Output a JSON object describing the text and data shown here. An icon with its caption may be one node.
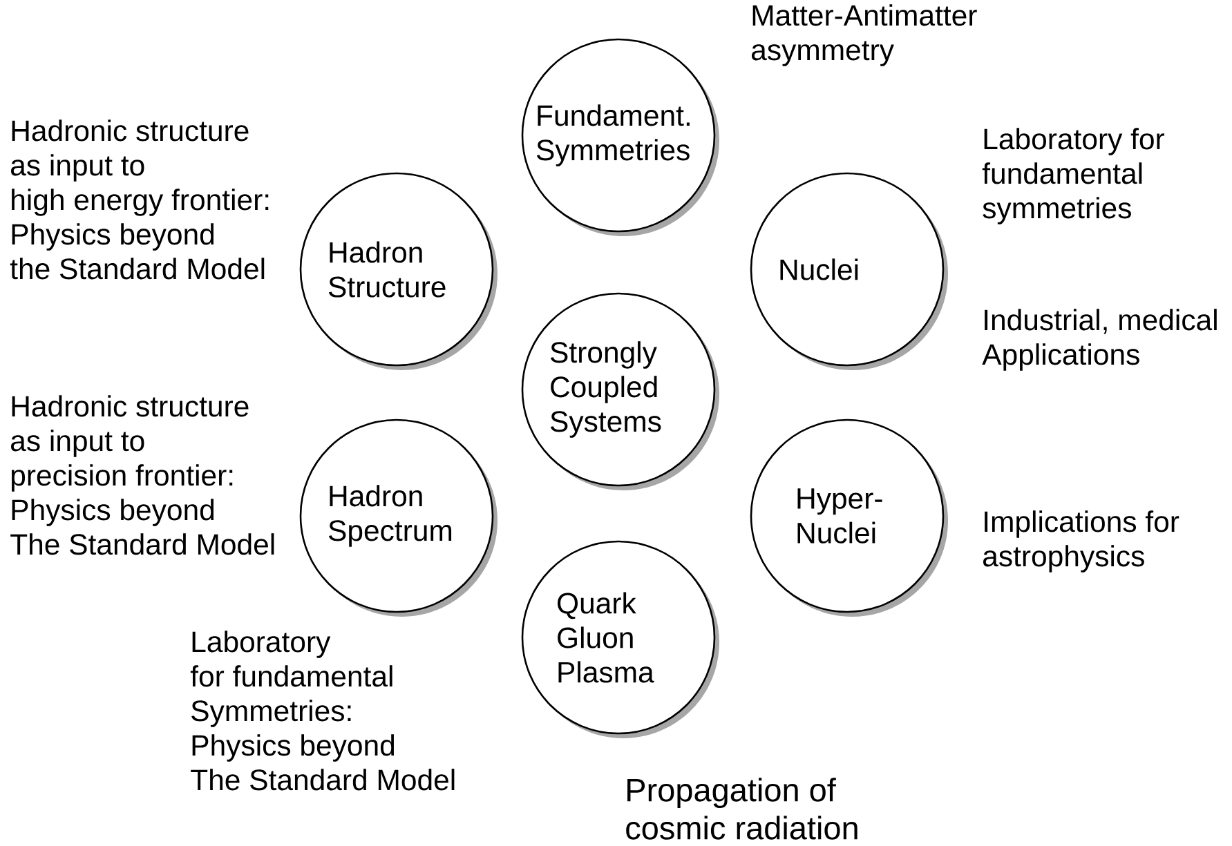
{
  "diagram": {
    "nodes": [
      {
        "text": [
          "Fundament. Symmetries"
        ]
      },
      {
        "text": [
          "Hadron Structure"
        ]
      },
      {
        "text": [
          "Nuclei"
        ]
      },
      {
        "text": [
          "Strongly Coupled Systems"
        ]
      },
      {
        "text": [
          "Hadron Spectrum"
        ]
      },
      {
        "text": [
          "Hyper-Nuclei"
        ]
      },
      {
        "text": [
          "Quark Gluon Plasma"
        ]
      }
    ],
    "labels": [
      "Matter-Antimatter asymmetry",
      "Hadronic structure as input to high energy frontier: Physics beyond the Standard Model",
      "Laboratory for fundamental symmetries",
      "Industrial, medical Applications",
      "Hadronic structure as input to precision frontier: Physics beyond The Standard Model",
      "Implications for astrophysics",
      "Laboratory for fundamental Symmetries: Physics beyond The Standard Model",
      "Propagation of cosmic radiation"
    ]
  }
}
